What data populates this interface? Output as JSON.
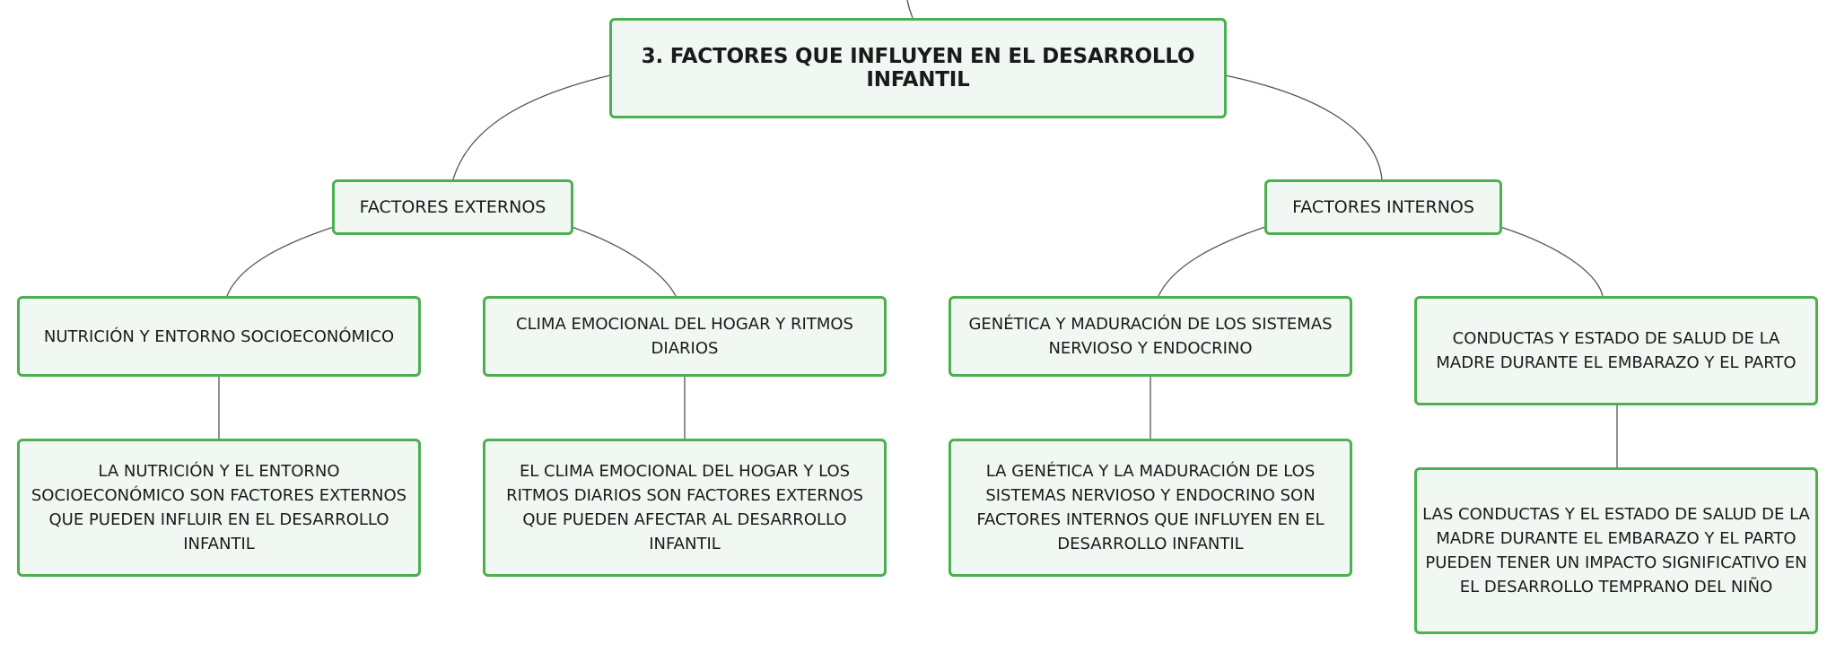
{
  "map": {
    "root": {
      "title": "3. FACTORES QUE INFLUYEN EN EL DESARROLLO INFANTIL"
    },
    "branches": [
      {
        "label": "FACTORES EXTERNOS",
        "topics": [
          {
            "label": "NUTRICIÓN Y ENTORNO SOCIOECONÓMICO",
            "detail": "LA NUTRICIÓN Y EL ENTORNO SOCIOECONÓMICO SON FACTORES EXTERNOS QUE PUEDEN INFLUIR EN EL DESARROLLO INFANTIL"
          },
          {
            "label": "CLIMA EMOCIONAL DEL HOGAR Y RITMOS DIARIOS",
            "detail": "EL CLIMA EMOCIONAL DEL HOGAR Y LOS RITMOS DIARIOS SON FACTORES EXTERNOS QUE PUEDEN AFECTAR AL DESARROLLO INFANTIL"
          }
        ]
      },
      {
        "label": "FACTORES INTERNOS",
        "topics": [
          {
            "label": "GENÉTICA Y MADURACIÓN DE LOS SISTEMAS NERVIOSO Y ENDOCRINO",
            "detail": "LA GENÉTICA Y LA MADURACIÓN DE LOS SISTEMAS NERVIOSO Y ENDOCRINO SON FACTORES INTERNOS QUE INFLUYEN EN EL DESARROLLO INFANTIL"
          },
          {
            "label": "CONDUCTAS Y ESTADO DE SALUD DE LA MADRE DURANTE EL EMBARAZO Y EL PARTO",
            "detail": "LAS CONDUCTAS Y EL ESTADO DE SALUD DE LA MADRE DURANTE EL EMBARAZO Y EL PARTO PUEDEN TENER UN IMPACTO SIGNIFICATIVO EN EL DESARROLLO TEMPRANO DEL NIÑO"
          }
        ]
      }
    ]
  }
}
